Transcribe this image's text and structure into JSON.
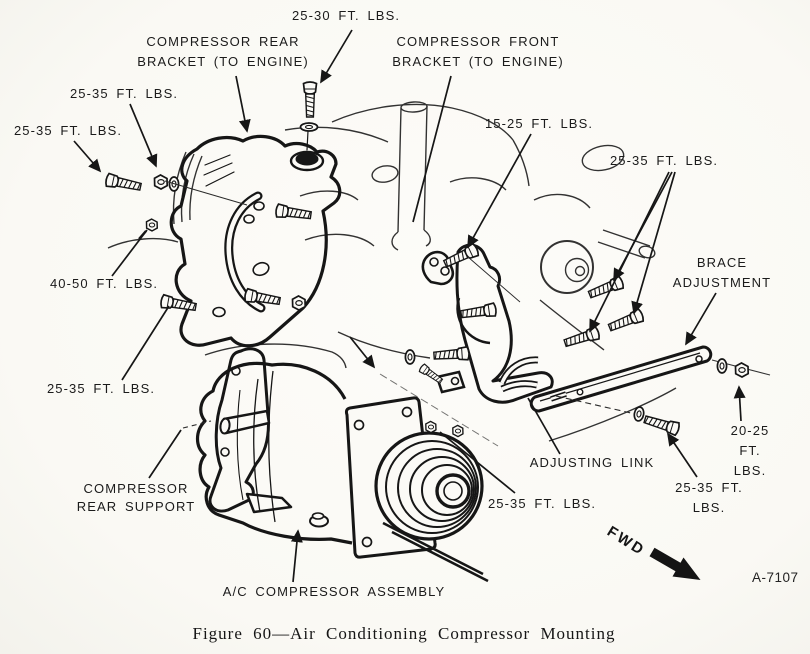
{
  "figure": {
    "caption": "Figure 60—Air Conditioning Compressor Mounting",
    "drawing_number": "A-7107",
    "direction_label": "FWD"
  },
  "callouts": {
    "torque_top_bolt": "25-30 FT. LBS.",
    "compressor_rear_bracket": "COMPRESSOR REAR\nBRACKET (TO ENGINE)",
    "compressor_front_bracket": "COMPRESSOR FRONT\nBRACKET (TO ENGINE)",
    "torque_left_upper": "25-35 FT. LBS.",
    "torque_left_outer": "25-35 FT. LBS.",
    "torque_front_bracket": "15-25 FT. LBS.",
    "torque_right_upper": "25-35 FT. LBS.",
    "brace_adjustment": "BRACE\nADJUSTMENT",
    "torque_rear_mount": "40-50 FT. LBS.",
    "torque_left_lower": "25-35 FT. LBS.",
    "compressor_rear_support": "COMPRESSOR\nREAR SUPPORT",
    "adjusting_link": "ADJUSTING LINK",
    "torque_brace_nut": "20-25 FT. LBS.",
    "torque_brace_bolt": "25-35 FT. LBS.",
    "torque_link_bolt": "25-35 FT. LBS.",
    "ac_compressor_assembly": "A/C COMPRESSOR ASSEMBLY"
  }
}
